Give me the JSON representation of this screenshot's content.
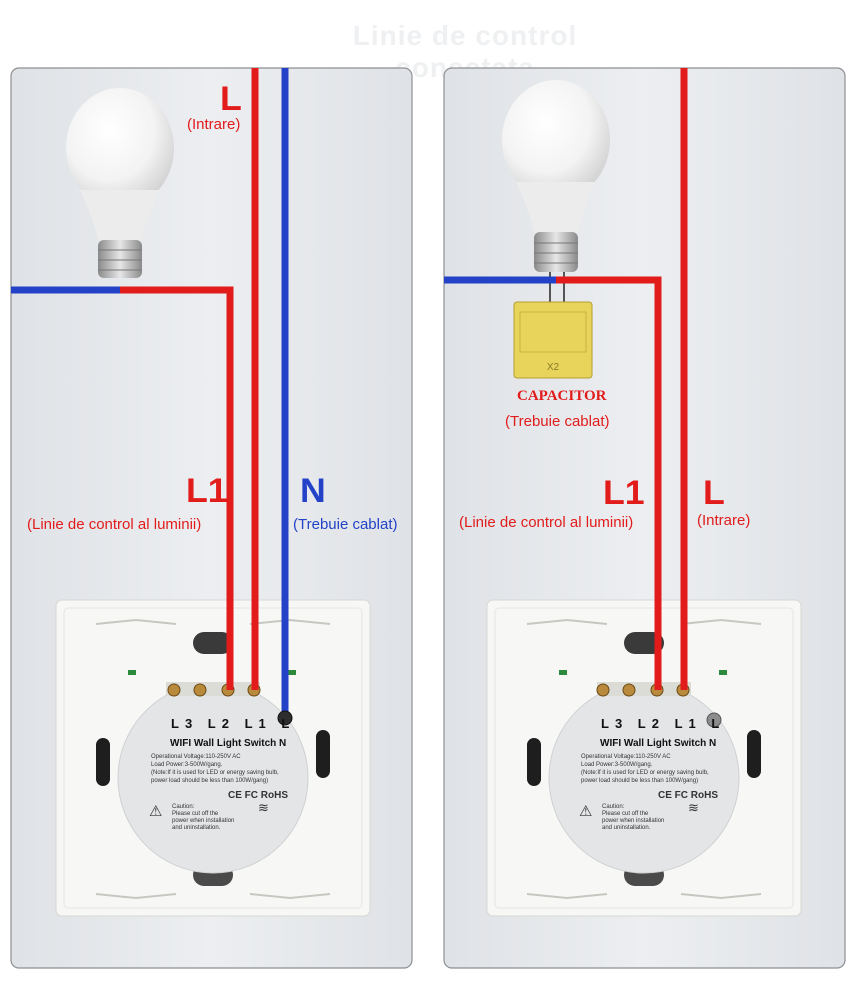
{
  "header_text": "Linie de control conectata",
  "colors": {
    "live": "#e21b1b",
    "neutral": "#2342c8",
    "panel": "#e9ebee",
    "capacitor": "#e8d45a"
  },
  "left_panel": {
    "l_label": "L",
    "l_sub": "(Intrare)",
    "l1_label": "L1",
    "l1_sub": "(Linie de control al luminii)",
    "n_label": "N",
    "n_sub": "(Trebuie cablat)"
  },
  "right_panel": {
    "capacitor_label": "CAPACITOR",
    "capacitor_sub": "(Trebuie cablat)",
    "capacitor_marks": "X2",
    "l1_label": "L1",
    "l1_sub": "(Linie de control al luminii)",
    "l_label": "L",
    "l_sub": "(Intrare)"
  },
  "switch": {
    "terminals": [
      "L3",
      "L2",
      "L1",
      "L"
    ],
    "n_terminal": "N",
    "title": "WIFI Wall Light Switch",
    "spec_voltage": "Operational Voltage:110-250V AC",
    "spec_power": "Load Power:3-500W/gang.",
    "spec_note1": "(Note:If it is used for LED or energy saving bulb,",
    "spec_note2": "power load should be less than 100W/gang)",
    "marks": "CE FC RoHS",
    "caution_title": "Caution:",
    "caution_1": "Please cut off the",
    "caution_2": "power when installation",
    "caution_3": "and uninstallation."
  }
}
